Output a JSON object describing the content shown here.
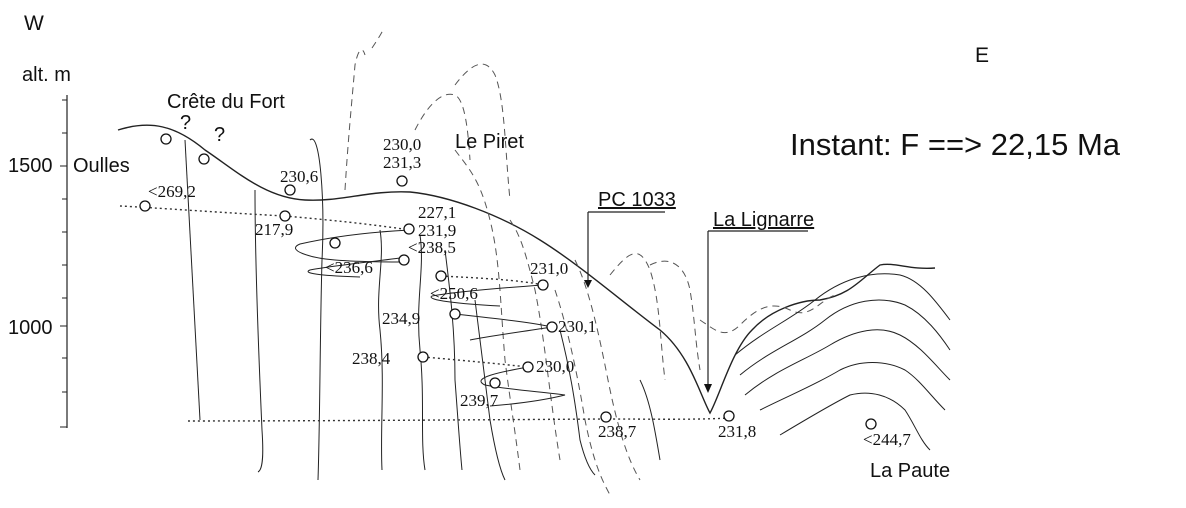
{
  "header": {
    "west": "W",
    "east": "E",
    "axis_label": "alt. m",
    "instant": "Instant: F  ==> 22,15 Ma"
  },
  "axis_ticks": [
    "1500",
    "1000"
  ],
  "localities": {
    "crete": "Crête du Fort",
    "oulles": "Oulles",
    "piret": "Le Piret",
    "lignarre": "La Lignarre",
    "paute": "La Paute",
    "pc": "PC 1033"
  },
  "question_marks": [
    "?",
    "?"
  ],
  "samples": [
    "<269,2",
    "230,6",
    "230,0",
    "231,3",
    "227,1",
    "217,9",
    "231,9",
    "<238,5",
    "<236,6",
    "231,0",
    "<250,6",
    "234,9",
    "230,1",
    "238,4",
    "230,0",
    "239,7",
    "238,7",
    "231,8",
    "<244,7"
  ]
}
